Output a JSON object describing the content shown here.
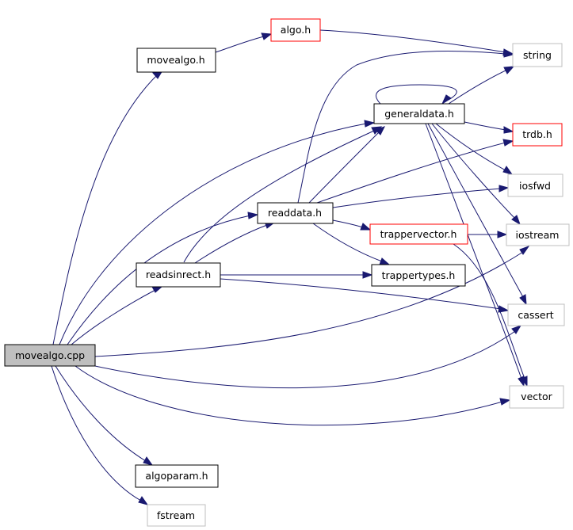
{
  "colors": {
    "edge": "#191970",
    "border_default": "#000000",
    "border_missing": "#bfbfbf",
    "border_truncated": "#ff0000",
    "root_fill": "#bfbfbf",
    "fill": "#ffffff"
  },
  "nodes": {
    "movealgo_cpp": {
      "label": "movealgo.cpp",
      "style": "root"
    },
    "movealgo_h": {
      "label": "movealgo.h",
      "style": "default"
    },
    "algo_h": {
      "label": "algo.h",
      "style": "truncated"
    },
    "string": {
      "label": "string",
      "style": "missing"
    },
    "generaldata_h": {
      "label": "generaldata.h",
      "style": "default"
    },
    "trdb_h": {
      "label": "trdb.h",
      "style": "truncated"
    },
    "iosfwd": {
      "label": "iosfwd",
      "style": "missing"
    },
    "readdata_h": {
      "label": "readdata.h",
      "style": "default"
    },
    "trappervector_h": {
      "label": "trappervector.h",
      "style": "truncated"
    },
    "iostream": {
      "label": "iostream",
      "style": "missing"
    },
    "readsinrect_h": {
      "label": "readsinrect.h",
      "style": "default"
    },
    "trappertypes_h": {
      "label": "trappertypes.h",
      "style": "default"
    },
    "cassert": {
      "label": "cassert",
      "style": "missing"
    },
    "vector": {
      "label": "vector",
      "style": "missing"
    },
    "algoparam_h": {
      "label": "algoparam.h",
      "style": "default"
    },
    "fstream": {
      "label": "fstream",
      "style": "missing"
    }
  },
  "edges": [
    {
      "from": "movealgo_cpp",
      "to": "movealgo_h"
    },
    {
      "from": "movealgo_cpp",
      "to": "generaldata_h"
    },
    {
      "from": "movealgo_cpp",
      "to": "readdata_h"
    },
    {
      "from": "movealgo_cpp",
      "to": "readsinrect_h"
    },
    {
      "from": "movealgo_cpp",
      "to": "iostream"
    },
    {
      "from": "movealgo_cpp",
      "to": "cassert"
    },
    {
      "from": "movealgo_cpp",
      "to": "vector"
    },
    {
      "from": "movealgo_cpp",
      "to": "algoparam_h"
    },
    {
      "from": "movealgo_cpp",
      "to": "fstream"
    },
    {
      "from": "movealgo_h",
      "to": "algo_h"
    },
    {
      "from": "algo_h",
      "to": "string"
    },
    {
      "from": "generaldata_h",
      "to": "generaldata_h"
    },
    {
      "from": "generaldata_h",
      "to": "string"
    },
    {
      "from": "generaldata_h",
      "to": "trdb_h"
    },
    {
      "from": "generaldata_h",
      "to": "iosfwd"
    },
    {
      "from": "generaldata_h",
      "to": "iostream"
    },
    {
      "from": "generaldata_h",
      "to": "cassert"
    },
    {
      "from": "generaldata_h",
      "to": "vector"
    },
    {
      "from": "readdata_h",
      "to": "string"
    },
    {
      "from": "readdata_h",
      "to": "generaldata_h"
    },
    {
      "from": "readdata_h",
      "to": "trdb_h"
    },
    {
      "from": "readdata_h",
      "to": "iosfwd"
    },
    {
      "from": "readdata_h",
      "to": "trappervector_h"
    },
    {
      "from": "readdata_h",
      "to": "trappertypes_h"
    },
    {
      "from": "trappervector_h",
      "to": "iostream"
    },
    {
      "from": "trappervector_h",
      "to": "vector"
    },
    {
      "from": "readsinrect_h",
      "to": "readdata_h"
    },
    {
      "from": "readsinrect_h",
      "to": "generaldata_h"
    },
    {
      "from": "readsinrect_h",
      "to": "trappertypes_h"
    },
    {
      "from": "readsinrect_h",
      "to": "cassert"
    }
  ]
}
